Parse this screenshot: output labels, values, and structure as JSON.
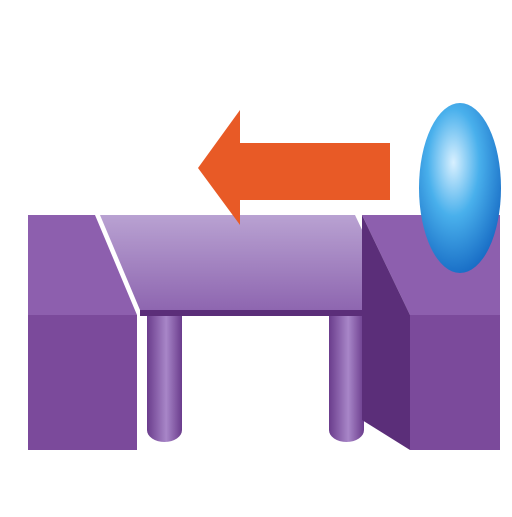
{
  "diagram": {
    "colors": {
      "background": "#ffffff",
      "block_front": "#7b4a9b",
      "block_top": "#8d5fae",
      "block_side": "#5b2e79",
      "plate_light": "#b9a2d2",
      "plate_dark": "#8e66b0",
      "leg_light": "#a886c8",
      "leg_dark": "#6a3c8c",
      "arrow": "#e85a26",
      "sphere_light": "#d8f0ff",
      "sphere_mid": "#49b0ec",
      "sphere_dark": "#1467c2"
    },
    "parts": [
      {
        "name": "left-block",
        "shape": "rectangular block"
      },
      {
        "name": "sliding-plate",
        "shape": "slanted plate on two legs"
      },
      {
        "name": "right-block",
        "shape": "rectangular block with angled face"
      },
      {
        "name": "direction-arrow",
        "shape": "arrow",
        "direction": "left"
      },
      {
        "name": "sphere",
        "shape": "ellipsoid"
      }
    ]
  }
}
